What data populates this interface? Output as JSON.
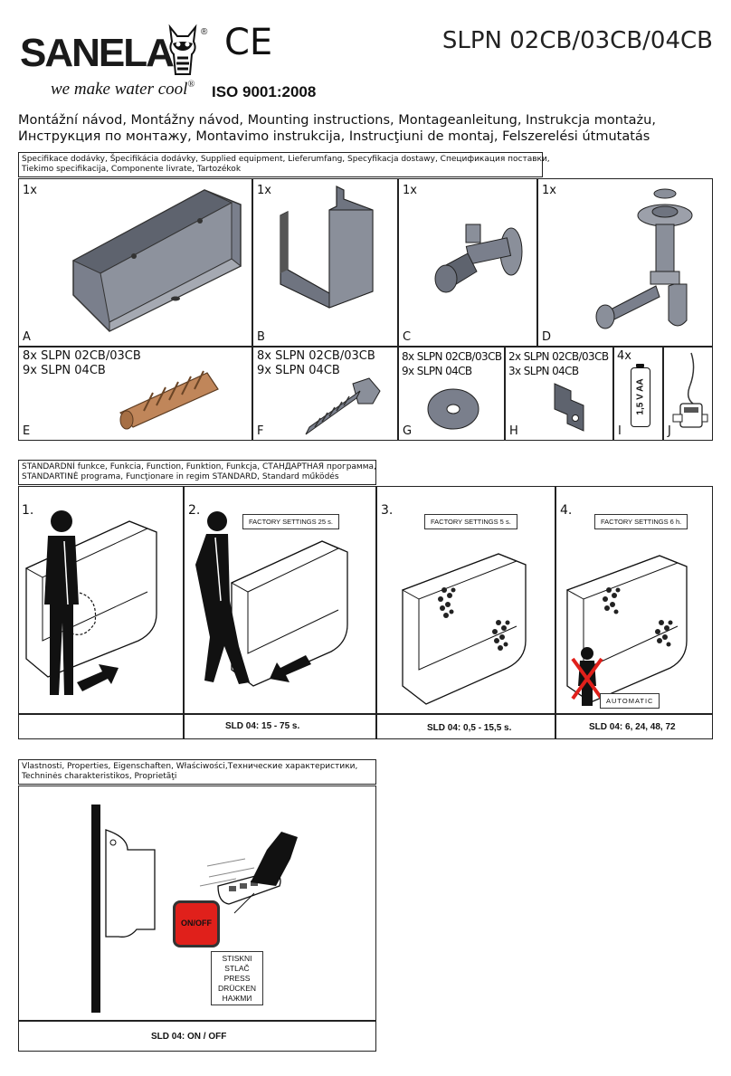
{
  "header": {
    "brand": "SANELA",
    "registered": "®",
    "tagline": "we make water cool",
    "iso": "ISO 9001:2008",
    "ce_mark": "CE",
    "model": "SLPN 02CB/03CB/04CB",
    "title_line1": "Montážní návod, Montážny návod, Mounting instructions, Montageanleitung, Instrukcja montażu,",
    "title_line2": "Инструкция по монтажу, Montavimo instrukcija, Instrucţiuni de montaj, Felszerelési útmutatás"
  },
  "equipment": {
    "header_line1": "Specifikace dodávky, Špecifikácia dodávky, Supplied equipment, Lieferumfang, Specyfikacja dostawy, Спецификация поставки,",
    "header_line2": "Tiekimo specifikacija, Componente livrate, Tartozékok",
    "items": [
      {
        "letter": "A",
        "qty1": "1x",
        "qty2": ""
      },
      {
        "letter": "B",
        "qty1": "1x",
        "qty2": ""
      },
      {
        "letter": "C",
        "qty1": "1x",
        "qty2": ""
      },
      {
        "letter": "D",
        "qty1": "1x",
        "qty2": ""
      },
      {
        "letter": "E",
        "qty1": "8x SLPN 02CB/03CB",
        "qty2": "9x SLPN 04CB"
      },
      {
        "letter": "F",
        "qty1": "8x SLPN 02CB/03CB",
        "qty2": "9x SLPN 04CB"
      },
      {
        "letter": "G",
        "qty1": "8x SLPN 02CB/03CB",
        "qty2": "9x SLPN 04CB"
      },
      {
        "letter": "H",
        "qty1": "2x SLPN 02CB/03CB",
        "qty2": "3x SLPN 04CB"
      },
      {
        "letter": "I",
        "qty1": "4x",
        "qty2": ""
      },
      {
        "letter": "J",
        "qty1": "",
        "qty2": ""
      }
    ],
    "battery_label": "1,5 V AA"
  },
  "standard": {
    "header_line1": "STANDARDNÍ funkce, Funkcia, Function, Funktion, Funkcja, СТАНДАРТНАЯ программа,",
    "header_line2": "STANDARTINĖ programa, Funcţionare in regim STANDARD, Standard működés",
    "steps": [
      {
        "num": "1.",
        "factory": "",
        "sld": ""
      },
      {
        "num": "2.",
        "factory": "FACTORY SETTINGS 25 s.",
        "sld": "SLD 04: 15 - 75 s."
      },
      {
        "num": "3.",
        "factory": "FACTORY SETTINGS 5 s.",
        "sld": "SLD 04: 0,5 - 15,5 s."
      },
      {
        "num": "4.",
        "factory": "FACTORY SETTINGS 6 h.",
        "sld": "SLD 04: 6, 24, 48, 72"
      }
    ],
    "automatic": "AUTOMATIC"
  },
  "properties": {
    "header_line1": "Vlastnosti, Properties, Eigenschaften, Właściwości,Технические характеристики,",
    "header_line2": "Techninės charakteristikos, Proprietăţi",
    "onoff": "ON/OFF",
    "press": [
      "STISKNI",
      "STLAČ",
      "PRESS",
      "DRÜCKEN",
      "НАЖМИ"
    ],
    "sld": "SLD 04: ON / OFF"
  },
  "colors": {
    "urinal_fill": "#7a7f8c",
    "onoff_red": "#e0201b",
    "wood": "#c0865a"
  }
}
